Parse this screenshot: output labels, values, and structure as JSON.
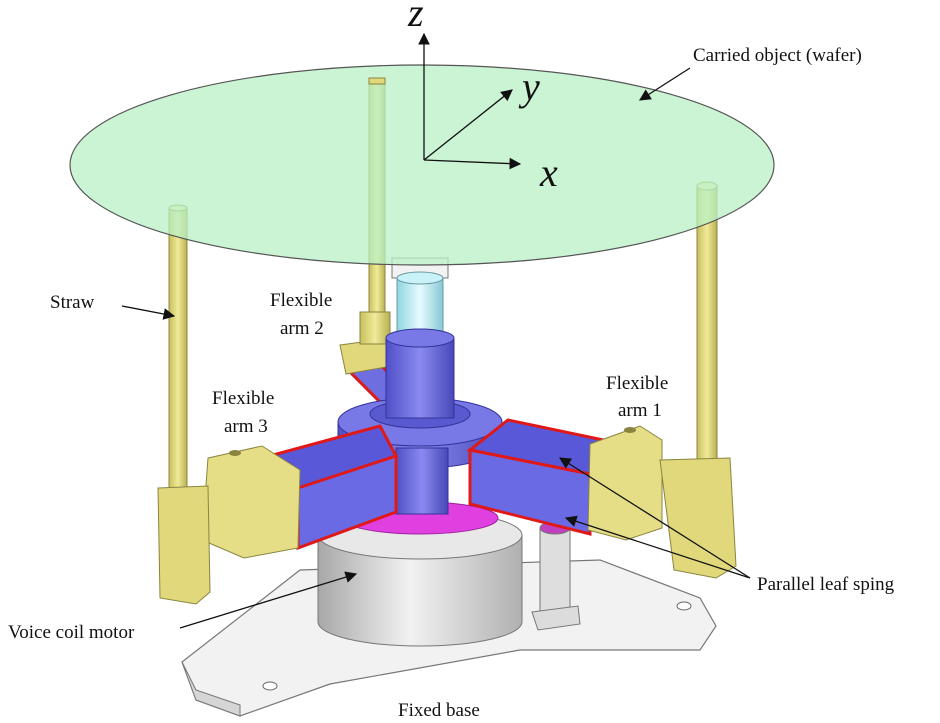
{
  "labels": {
    "carried_object": "Carried object (wafer)",
    "straw": "Straw",
    "flexible_arm_2_line1": "Flexible",
    "flexible_arm_2_line2": "arm 2",
    "flexible_arm_1_line1": "Flexible",
    "flexible_arm_1_line2": "arm 1",
    "flexible_arm_3_line1": "Flexible",
    "flexible_arm_3_line2": "arm 3",
    "parallel_leaf_spring": "Parallel leaf sping",
    "voice_coil_motor": "Voice coil motor",
    "fixed_base": "Fixed base"
  },
  "axes": {
    "z": "z",
    "y": "y",
    "x": "x"
  },
  "colors": {
    "wafer": "#b8f0c4",
    "straw": "#e0d87a",
    "hub": "#6e6ee0",
    "leaf_spring": "#e01818",
    "motor": "#d8d8d8",
    "magenta": "#e040e0",
    "base": "#f0f0f0"
  }
}
